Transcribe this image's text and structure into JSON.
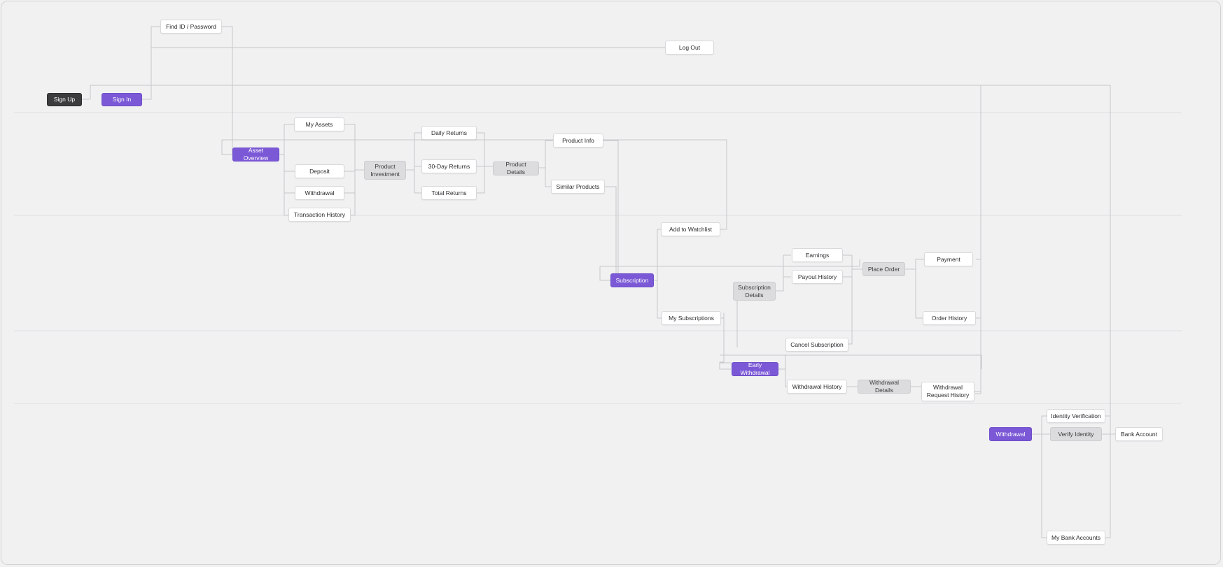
{
  "colors": {
    "background": "#f1f1f2",
    "node": "#ffffff",
    "key_node": "#7b58d6",
    "intermediate_node": "#dcdcdf",
    "start_node": "#3c3c3e",
    "connector": "#c6c6ca"
  },
  "nodes": {
    "find_id_password": "Find ID / Password",
    "log_out": "Log Out",
    "sign_up": "Sign Up",
    "sign_in": "Sign In",
    "asset_overview": "Asset Overview",
    "my_assets": "My Assets",
    "deposit": "Deposit",
    "withdrawal": "Withdrawal",
    "transaction_history": "Transaction History",
    "product_investment": "Product\nInvestment",
    "daily_returns": "Daily Returns",
    "thirty_day_returns": "30-Day Returns",
    "total_returns": "Total Returns",
    "product_details": "Product Details",
    "product_info": "Product Info",
    "similar_products": "Similar Products",
    "add_to_watchlist": "Add to Watchlist",
    "subscription": "Subscription",
    "my_subscriptions": "My Subscriptions",
    "subscription_details": "Subscription\nDetails",
    "earnings": "Earnings",
    "payout_history": "Payout History",
    "place_order": "Place Order",
    "payment": "Payment",
    "order_history": "Order History",
    "cancel_subscription": "Cancel Subscription",
    "early_withdrawal": "Early Withdrawal",
    "withdrawal_history": "Withdrawal History",
    "withdrawal_details": "Withdrawal Details",
    "withdrawal_request_history": "Withdrawal\nRequest History",
    "withdrawal_main": "Withdrawal",
    "identity_verification": "Identity Verification",
    "verify_identity": "Verify Identity",
    "bank_account": "Bank Account",
    "my_bank_accounts": "My Bank Accounts"
  }
}
